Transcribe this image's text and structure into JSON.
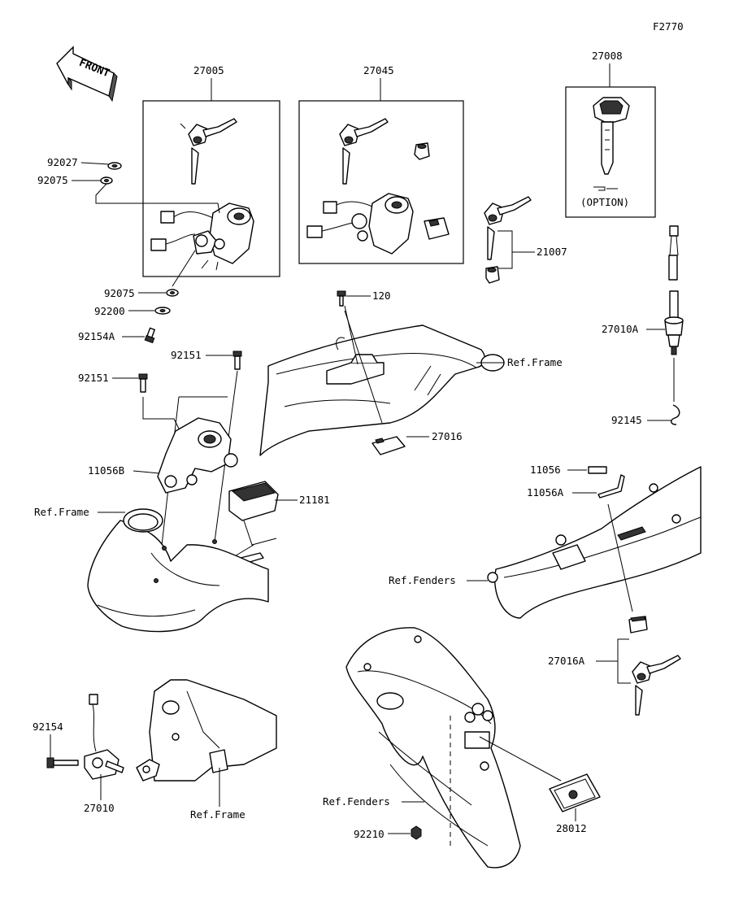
{
  "figure_code": "F2770",
  "front_badge": "FRONT",
  "option_label": "(OPTION)",
  "labels": {
    "p27005": "27005",
    "p27045": "27045",
    "p27008": "27008",
    "p92027": "92027",
    "p92075a": "92075",
    "p92075b": "92075",
    "p92200": "92200",
    "p92154A": "92154A",
    "p92151a": "92151",
    "p92151b": "92151",
    "p21007": "21007",
    "p120": "120",
    "ref_frame_top": "Ref.Frame",
    "p27016": "27016",
    "p27010A": "27010A",
    "p92145": "92145",
    "p11056B": "11056B",
    "p21181": "21181",
    "ref_frame_left": "Ref.Frame",
    "p11056": "11056",
    "p11056A": "11056A",
    "ref_fenders_mid": "Ref.Fenders",
    "p27016A": "27016A",
    "p92154": "92154",
    "p27010": "27010",
    "ref_frame_bottom": "Ref.Frame",
    "ref_fenders_bottom": "Ref.Fenders",
    "p28012": "28012",
    "p92210": "92210"
  }
}
